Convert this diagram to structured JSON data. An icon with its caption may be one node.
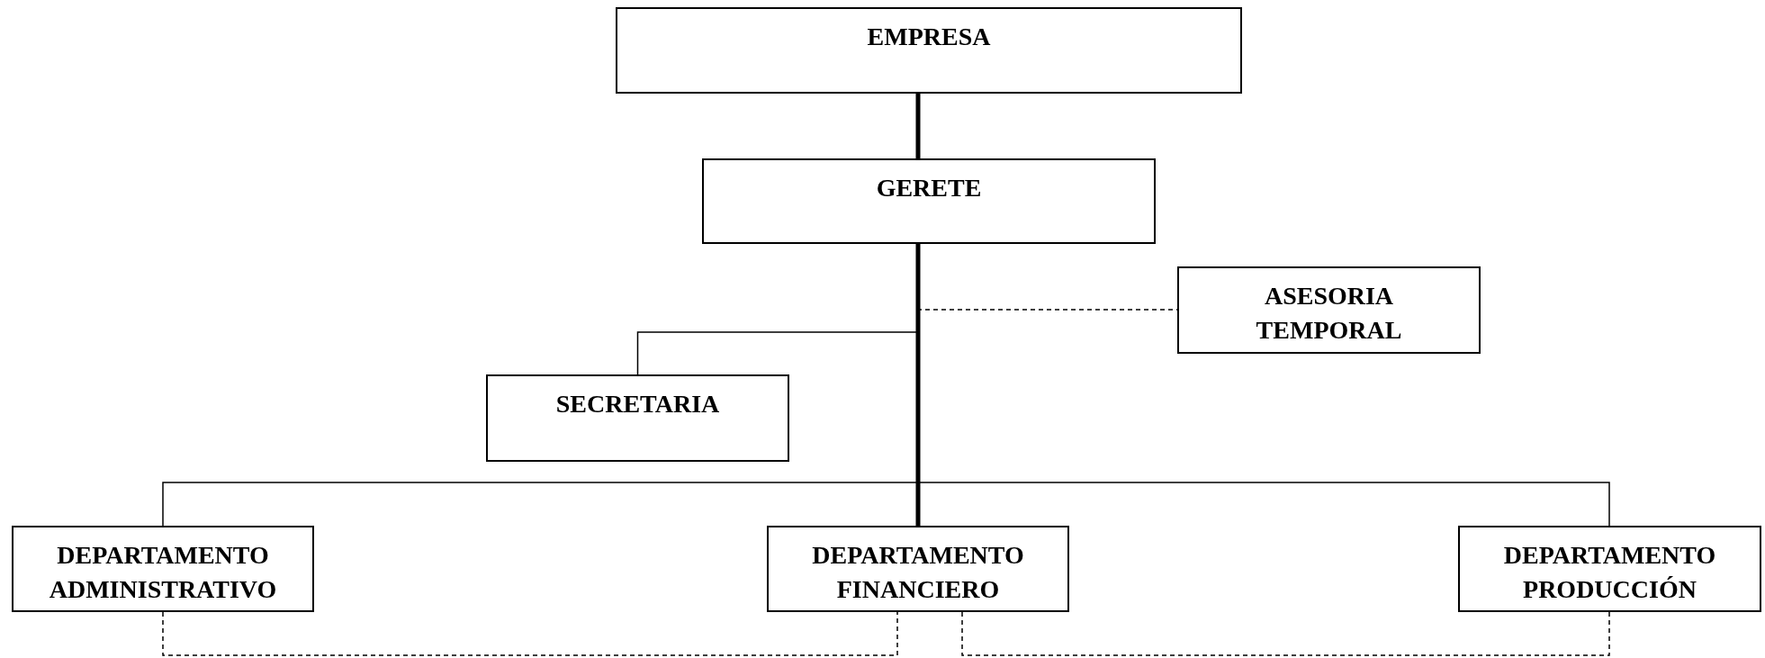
{
  "diagram": {
    "nodes": [
      {
        "text": [
          "EMPRESA"
        ]
      },
      {
        "text": [
          "GERETE"
        ]
      },
      {
        "text": [
          "ASESORIA TEMPORAL"
        ]
      },
      {
        "text": [
          "SECRETARIA"
        ]
      },
      {
        "text": [
          "DEPARTAMENTO ADMINISTRATIVO"
        ]
      },
      {
        "text": [
          "DEPARTAMENTO FINANCIERO"
        ]
      },
      {
        "text": [
          "DEPARTAMENTO PRODUCCIÓN"
        ]
      }
    ],
    "edges": [
      {
        "from": 0,
        "to": 1,
        "arrow": "none",
        "style": "thick"
      },
      {
        "from": 1,
        "to": 2,
        "arrow": "none",
        "style": "dashed"
      },
      {
        "from": 1,
        "to": 3,
        "arrow": "none"
      },
      {
        "from": 1,
        "to": 4,
        "arrow": "none"
      },
      {
        "from": 1,
        "to": 5,
        "arrow": "none",
        "style": "thick"
      },
      {
        "from": 1,
        "to": 6,
        "arrow": "none"
      },
      {
        "from": 4,
        "to": 5,
        "arrow": "none",
        "style": "dashed"
      },
      {
        "from": 5,
        "to": 6,
        "arrow": "none",
        "style": "dashed"
      }
    ]
  }
}
